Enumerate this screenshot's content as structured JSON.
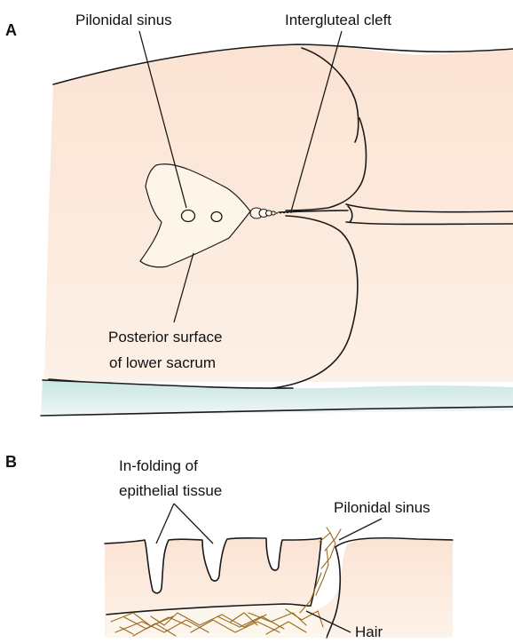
{
  "panel_a": {
    "letter": "A",
    "labels": {
      "pilonidal_sinus": "Pilonidal sinus",
      "intergluteal_cleft": "Intergluteal cleft",
      "posterior_surface_line1": "Posterior surface",
      "posterior_surface_line2": "of lower sacrum"
    }
  },
  "panel_b": {
    "letter": "B",
    "labels": {
      "infolding_line1": "In-folding of",
      "infolding_line2": "epithelial tissue",
      "pilonidal_sinus": "Pilonidal sinus",
      "hair": "Hair"
    }
  },
  "colors": {
    "skin": "#fbe3d3",
    "skin_light": "#fdf0e6",
    "sacrum": "#fdf6e8",
    "table": "#d8ecea",
    "hair": "#9a6a1c",
    "outline": "#1a1a1a"
  }
}
